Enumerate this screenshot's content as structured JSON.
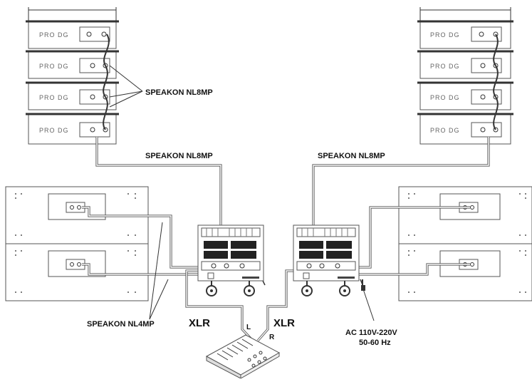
{
  "labels": {
    "speakon_nl8mp_top": "SPEAKON NL8MP",
    "speakon_nl8mp_left": "SPEAKON NL8MP",
    "speakon_nl8mp_right": "SPEAKON NL8MP",
    "speakon_nl4mp": "SPEAKON NL4MP",
    "xlr_left": "XLR",
    "xlr_right": "XLR",
    "channel_l": "L",
    "channel_r": "R",
    "ac_line1": "AC 110V-220V",
    "ac_line2": "50-60 Hz"
  },
  "brand": {
    "left_array": [
      "PRO DG",
      "PRO DG",
      "PRO DG",
      "PRO DG"
    ],
    "right_array": [
      "PRO DG",
      "PRO DG",
      "PRO DG",
      "PRO DG"
    ]
  },
  "icons": [
    "line-array-speaker",
    "subwoofer",
    "amplifier-rack",
    "mixer",
    "speakon-connector",
    "xlr-cable",
    "power-plug"
  ]
}
